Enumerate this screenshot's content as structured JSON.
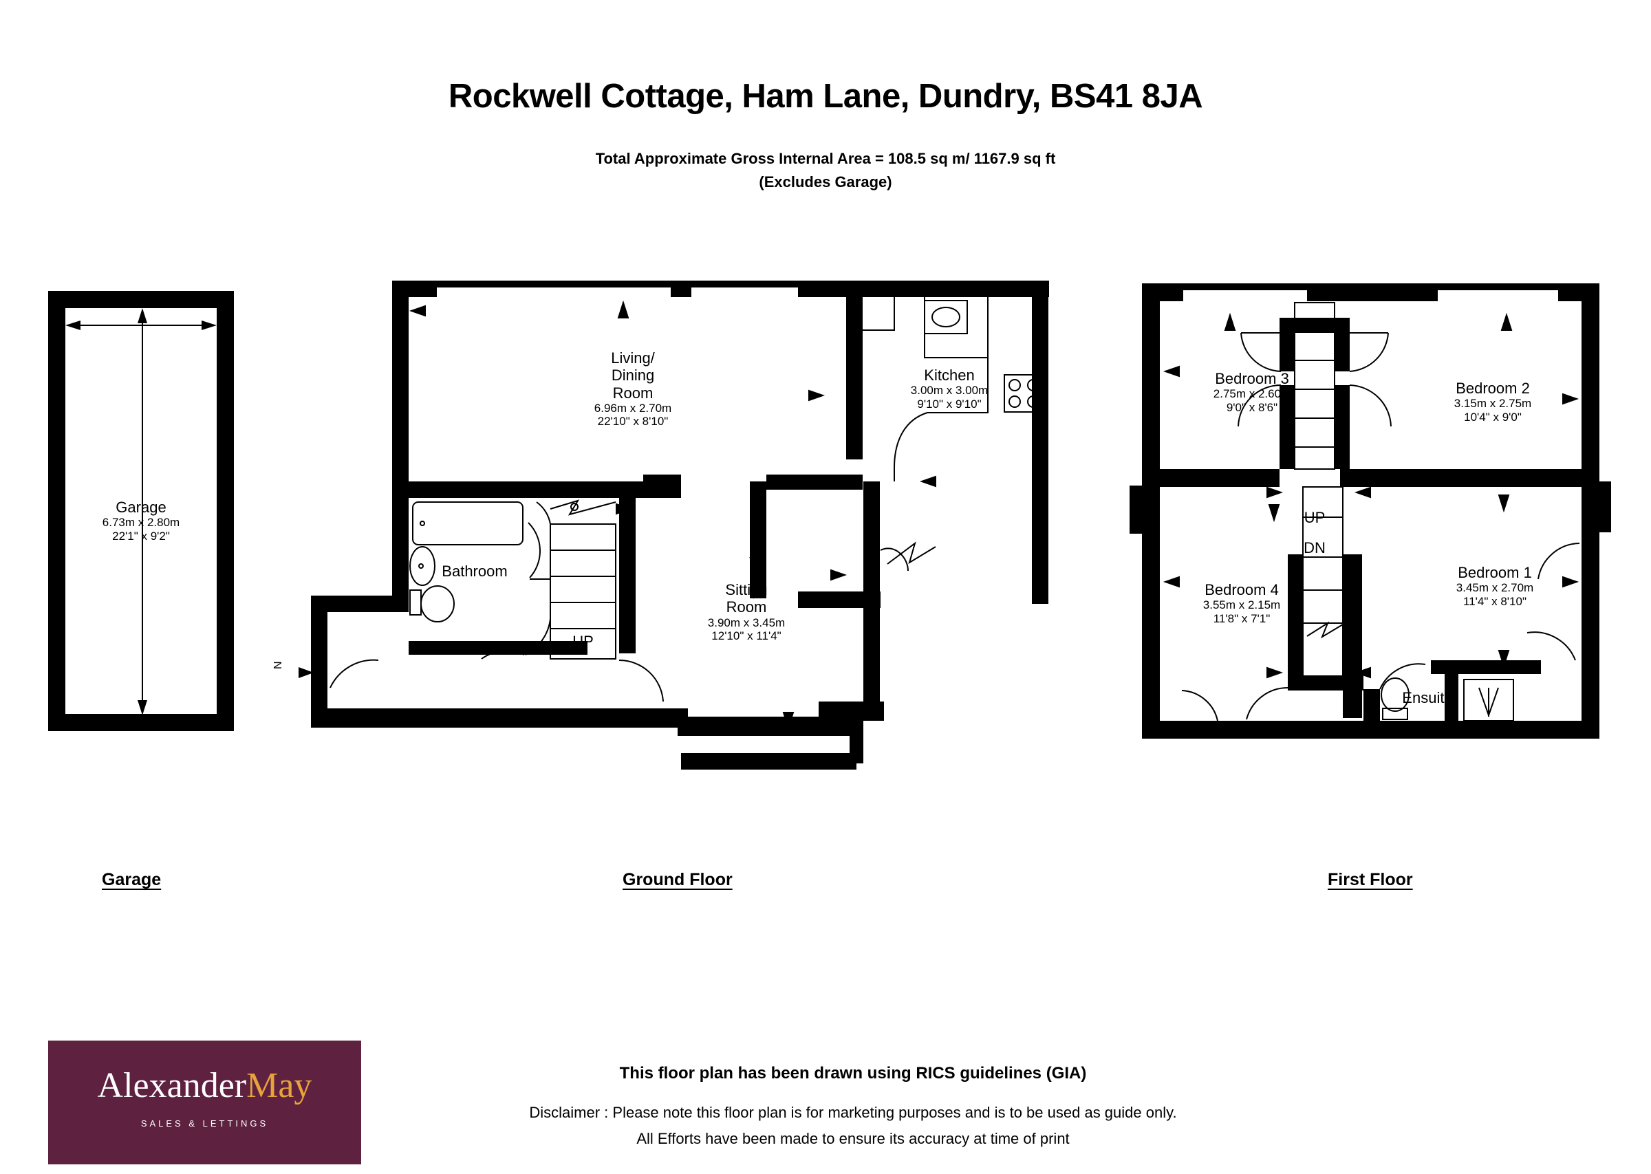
{
  "header": {
    "title": "Rockwell Cottage, Ham Lane, Dundry, BS41 8JA",
    "area_line_1": "Total Approximate Gross Internal Area = 108.5 sq m/ 1167.9 sq ft",
    "area_line_2": "(Excludes Garage)"
  },
  "captions": {
    "garage": "Garage",
    "ground_floor": "Ground Floor",
    "first_floor": "First Floor"
  },
  "compass": {
    "label": "N"
  },
  "garage_plan": {
    "room": {
      "name": "Garage",
      "metric": "6.73m x 2.80m",
      "imperial": "22'1\" x 9'2\""
    }
  },
  "ground_floor": {
    "rooms": [
      {
        "name_line_1": "Living/",
        "name_line_2": "Dining",
        "name_line_3": "Room",
        "metric": "6.96m x 2.70m",
        "imperial": "22'10\" x 8'10\""
      },
      {
        "name_line_1": "Kitchen",
        "metric": "3.00m x 3.00m",
        "imperial": "9'10\" x 9'10\""
      },
      {
        "name_line_1": "Sitting",
        "name_line_2": "Room",
        "metric": "3.90m x 3.45m",
        "imperial": "12'10\" x 11'4\""
      },
      {
        "name_line_1": "Bathroom",
        "metric": "",
        "imperial": ""
      }
    ],
    "stair_label_up": "UP"
  },
  "first_floor": {
    "rooms": [
      {
        "name_line_1": "Bedroom 3",
        "metric": "2.75m x 2.60m",
        "imperial": "9'0\" x 8'6\""
      },
      {
        "name_line_1": "Bedroom 2",
        "metric": "3.15m x 2.75m",
        "imperial": "10'4\" x 9'0\""
      },
      {
        "name_line_1": "Bedroom 4",
        "metric": "3.55m x 2.15m",
        "imperial": "11'8\" x 7'1\""
      },
      {
        "name_line_1": "Bedroom 1",
        "metric": "3.45m x 2.70m",
        "imperial": "11'4\" x 8'10\""
      },
      {
        "name_line_1": "Ensuite",
        "metric": "",
        "imperial": ""
      }
    ],
    "stair_label_up": "UP",
    "stair_label_dn": "DN"
  },
  "footer": {
    "logo_word_1": "Alexander",
    "logo_word_2": "May",
    "logo_sub": "SALES & LETTINGS",
    "rics": "This floor plan has been drawn using RICS guidelines (GIA)",
    "disclaimer_1": "Disclaimer : Please note this floor plan is for marketing purposes and is to be used as guide only.",
    "disclaimer_2": "All Efforts have been made to ensure its accuracy at time of print"
  },
  "colors": {
    "wall": "#000000",
    "paper": "#ffffff",
    "brand_plum": "#5e2240",
    "brand_gold": "#e8a33d"
  }
}
